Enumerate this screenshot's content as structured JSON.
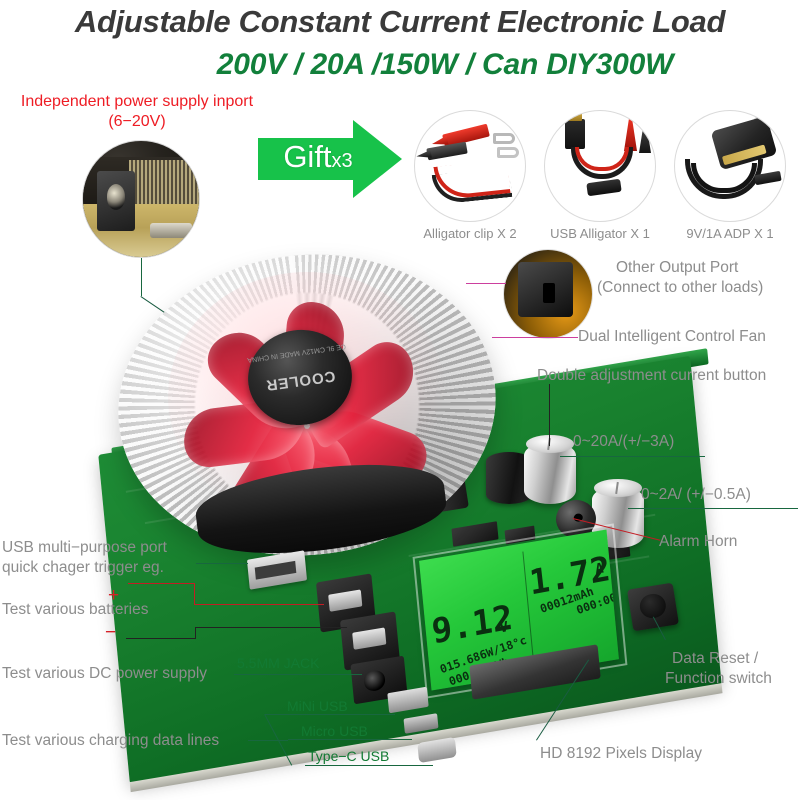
{
  "header": {
    "title": "Adjustable Constant Current Electronic Load",
    "spec_line": "200V / 20A /150W / Can DIY300W"
  },
  "left_top_callout": {
    "line1": "Independent power supply inport",
    "line2": "(6−20V)"
  },
  "gift": {
    "label_main": "Gift",
    "label_mult": "x3",
    "items": [
      {
        "name": "alligator-clip",
        "caption": "Alligator clip X 2"
      },
      {
        "name": "usb-alligator",
        "caption": "USB Alligator X 1"
      },
      {
        "name": "power-adapter",
        "caption": "9V/1A ADP X 1"
      }
    ]
  },
  "right_callouts": {
    "other_output_port_l1": "Other Output Port",
    "other_output_port_l2": "(Connect to other loads)",
    "dual_fan": "Dual Intelligent  Control Fan",
    "double_adjust_button": "Double adjustment current button",
    "coarse_range": "0~20A/(+/−3A)",
    "fine_range": "0~2A/ (+/−0.5A)",
    "alarm_horn": "Alarm Horn",
    "data_reset_l1": "Data Reset /",
    "data_reset_l2": "Function switch",
    "display": "HD 8192 Pixels Display"
  },
  "left_callouts": {
    "usb_port_l1": "USB multi−purpose port",
    "usb_port_l2": "quick chager trigger eg.",
    "plus": "+",
    "minus": "−",
    "test_batteries": "Test various batteries",
    "test_dc": "Test various DC power supply",
    "jack_5_5mm": "5.5MM JACK",
    "test_charging_lines": "Test various charging data lines",
    "mini_usb": "MiNi USB",
    "micro_usb": "Micro USB",
    "type_c_usb": "Type−C USB"
  },
  "lcd": {
    "voltage": "9.12",
    "voltage_unit": "V",
    "current": "1.72",
    "current_unit": "A",
    "power_temp": "015.686W/18°c",
    "capacity": "00012mAh",
    "energy": "000.064Wh",
    "time": "000:00:26T"
  },
  "fan_hub": {
    "brand": "COOLER",
    "sub": "CE 9L CM12V  MADE IN CHINA"
  },
  "colors": {
    "title_gray": "#3a3a3a",
    "spec_green": "#12803b",
    "accent_red": "#ee1c24",
    "gift_green": "#17c24a",
    "label_gray": "#8d8d8d",
    "leader_green": "#1a5c42",
    "lcd_green": "#25c83a"
  }
}
